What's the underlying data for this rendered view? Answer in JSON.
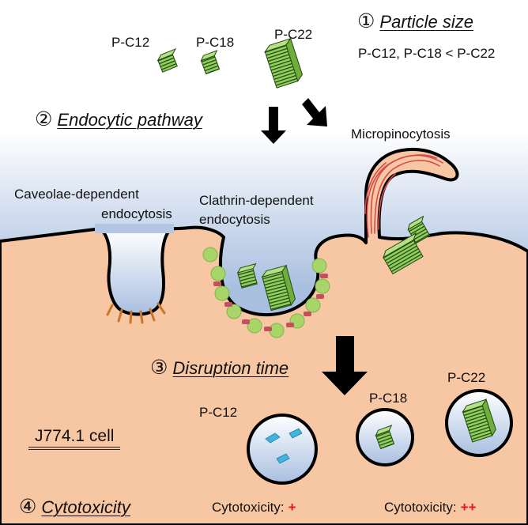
{
  "steps": {
    "size": {
      "number": "①",
      "title": "Particle size",
      "note": "P-C12, P-C18 < P-C22"
    },
    "pathway": {
      "number": "②",
      "title": "Endocytic pathway"
    },
    "disruption": {
      "number": "③",
      "title": "Disruption time"
    },
    "toxicity": {
      "number": "④",
      "title": "Cytotoxicity"
    }
  },
  "particles_top": {
    "p12": "P-C12",
    "p18": "P-C18",
    "p22": "P-C22"
  },
  "pathways": {
    "macro": "Micropinocytosis",
    "caveolae_line1": "Caveolae-dependent",
    "caveolae_line2": "endocytosis",
    "clathrin_line1": "Clathrin-dependent",
    "clathrin_line2": "endocytosis"
  },
  "cell_name": "J774.1 cell",
  "vesicles": {
    "p12": "P-C12",
    "p18": "P-C18",
    "p22": "P-C22"
  },
  "cytotoxicity": {
    "left_label": "Cytotoxicity:",
    "left_symbol": "+",
    "right_label": "Cytotoxicity:",
    "right_symbol": "++"
  },
  "colors": {
    "background_top": "#ffffff",
    "background_mid": "#a9bfe0",
    "cell": "#f7c7a3",
    "particle_green": "#93cf5e",
    "particle_stripe": "#1f4a12",
    "fragment_blue": "#41b4dc",
    "clathrin_coat": "#a8d56a",
    "clathrin_link": "#c4505d",
    "caveolin": "#c87628",
    "actin": "#d44b4b",
    "symbol_red": "#e01818"
  }
}
